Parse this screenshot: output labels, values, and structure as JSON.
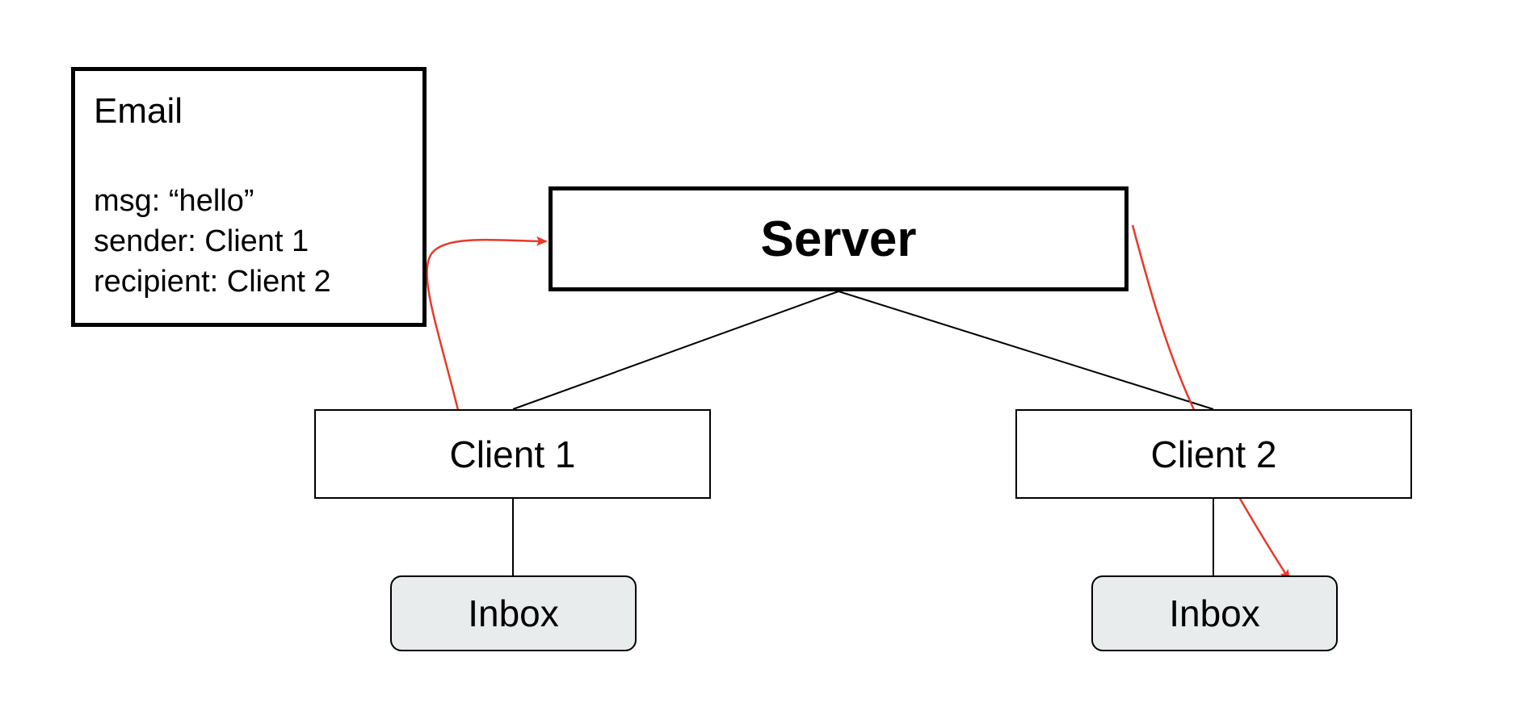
{
  "email": {
    "title": "Email",
    "fields": [
      "msg: “hello”",
      "sender: Client 1",
      "recipient: Client 2"
    ]
  },
  "server": {
    "label": "Server"
  },
  "clients": [
    {
      "label": "Client 1",
      "inbox_label": "Inbox"
    },
    {
      "label": "Client 2",
      "inbox_label": "Inbox"
    }
  ],
  "colors": {
    "line": "#000000",
    "flow_arrow": "#e8392a",
    "inbox_fill": "#e9ecec"
  }
}
